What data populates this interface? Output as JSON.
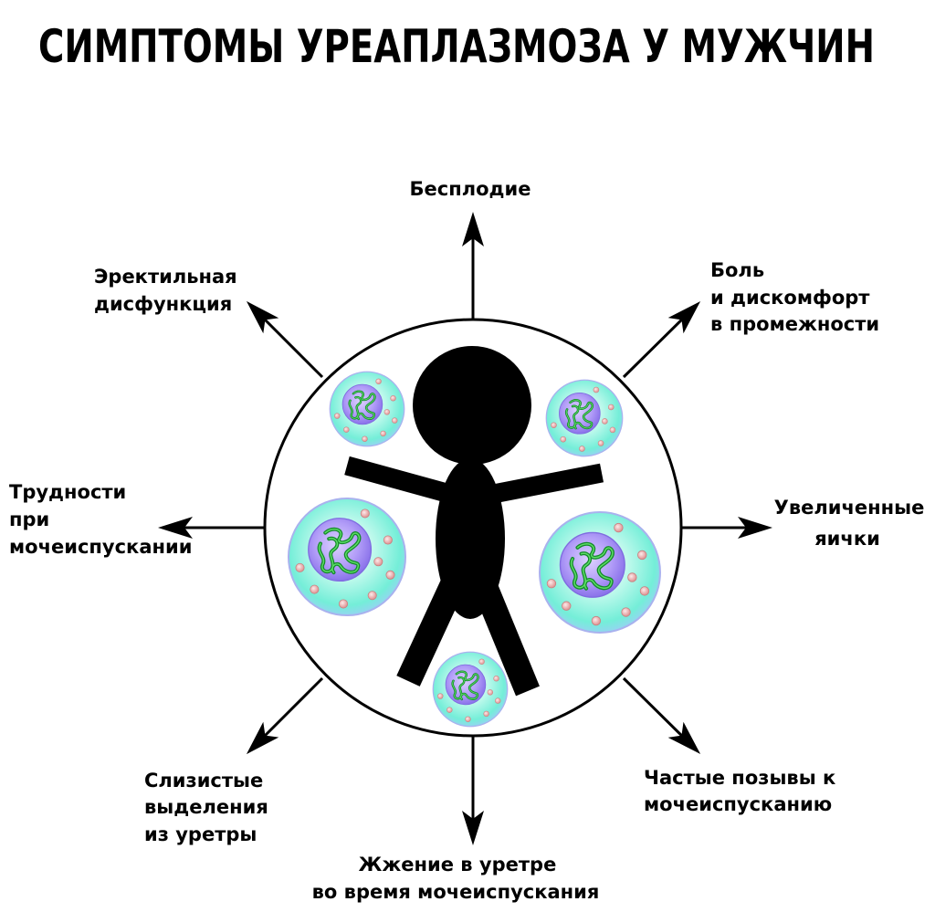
{
  "title": "СИМПТОМЫ УРЕАПЛАЗМОЗА У МУЖЧИН",
  "symptoms": {
    "infertility": [
      "Бесплодие"
    ],
    "perineal_pain": [
      "Боль",
      "и дискомфорт",
      "в промежности"
    ],
    "enlarged_testicles": [
      "Увеличенные",
      "яички"
    ],
    "frequent_urge": [
      "Частые позывы к",
      "мочеиспусканию"
    ],
    "urethral_burning": [
      "Жжение в уретре",
      "во время мочеиспускания"
    ],
    "mucous_discharge": [
      "Слизистые",
      "выделения",
      "из уретры"
    ],
    "urination_difficulty": [
      "Трудности",
      "при",
      "мочеиспускании"
    ],
    "erectile_dysfunction": [
      "Эректильная",
      "дисфункция"
    ]
  },
  "colors": {
    "figure": "#000000",
    "arrow": "#000000",
    "cytoplasm": "#74eed8",
    "membrane": "#a9b2ee",
    "nucleus": "#8a72ea",
    "chromatin": "#138a28",
    "granule": "#df9393"
  }
}
